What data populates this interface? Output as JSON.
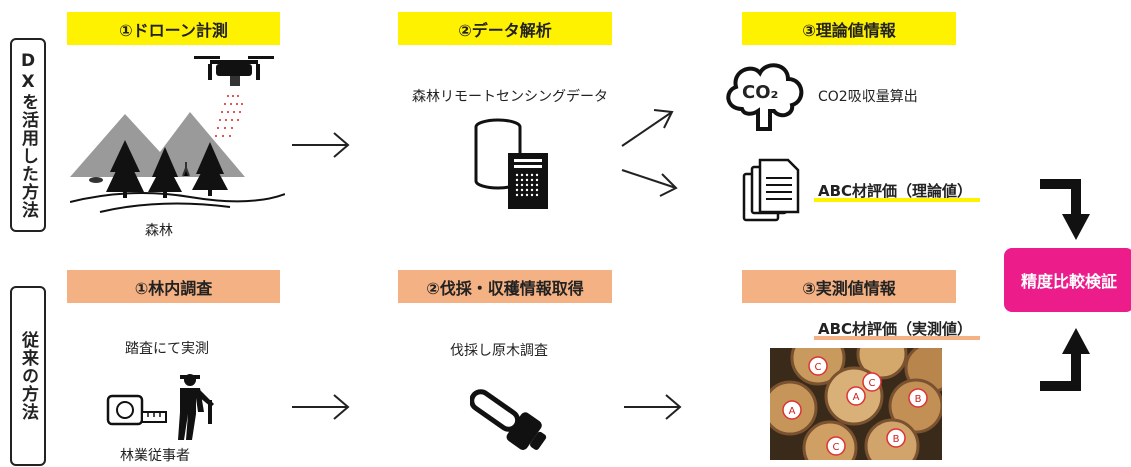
{
  "rows": {
    "dx": {
      "label": "DXを活用した方法"
    },
    "conventional": {
      "label": "従来の方法"
    }
  },
  "dx_steps": {
    "drone": {
      "header": "①ドローン計測",
      "caption": "森林"
    },
    "analysis": {
      "header": "②データ解析",
      "caption": "森林リモートセンシングデータ"
    },
    "theory": {
      "header": "③理論値情報",
      "co2_text": "CO2吸収量算出",
      "abc_text": "ABC材評価（理論値）",
      "co2_icon_text": "CO₂"
    }
  },
  "conv_steps": {
    "survey": {
      "header": "①林内調査",
      "caption_top": "踏査にて実測",
      "caption_bottom": "林業従事者"
    },
    "harvest": {
      "header": "②伐採・収穫情報取得",
      "caption": "伐採し原木調査"
    },
    "measured": {
      "header": "③実測値情報",
      "abc_text": "ABC材評価（実測値）",
      "log_labels": [
        "C",
        "C",
        "A",
        "A",
        "B",
        "B",
        "C"
      ]
    }
  },
  "verification": {
    "label": "精度比較検証"
  },
  "colors": {
    "yellow": "#fff200",
    "orange": "#f4b183",
    "magenta": "#ec1c8b"
  }
}
